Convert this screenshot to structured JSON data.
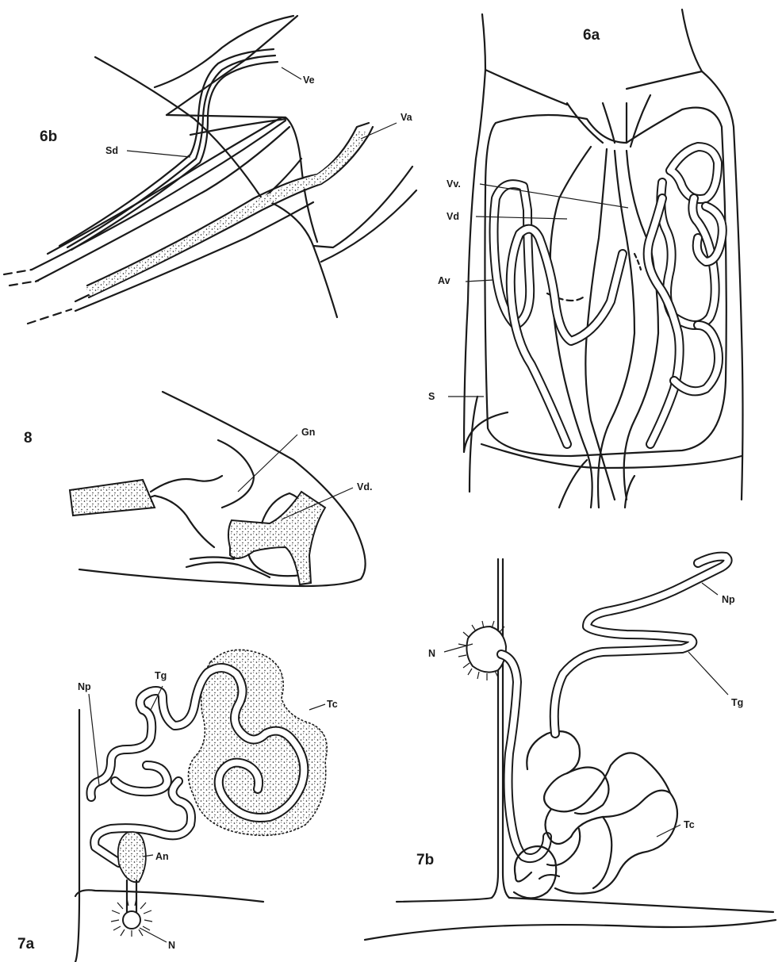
{
  "figures": {
    "fig6a": {
      "number": "6a",
      "labels": {
        "vv": "Vv.",
        "vd": "Vd",
        "av": "Av",
        "s": "S"
      }
    },
    "fig6b": {
      "number": "6b",
      "labels": {
        "ve": "Ve",
        "va": "Va",
        "sd": "Sd"
      }
    },
    "fig8": {
      "number": "8",
      "labels": {
        "gn": "Gn",
        "vd": "Vd."
      }
    },
    "fig7a": {
      "number": "7a",
      "labels": {
        "tg": "Tg",
        "np": "Np",
        "tc": "Tc",
        "an": "An",
        "n": "N"
      }
    },
    "fig7b": {
      "number": "7b",
      "labels": {
        "n": "N",
        "np": "Np",
        "tg": "Tg",
        "tc": "Tc"
      }
    }
  },
  "colors": {
    "ink": "#1a1a1a",
    "paper": "#ffffff"
  }
}
